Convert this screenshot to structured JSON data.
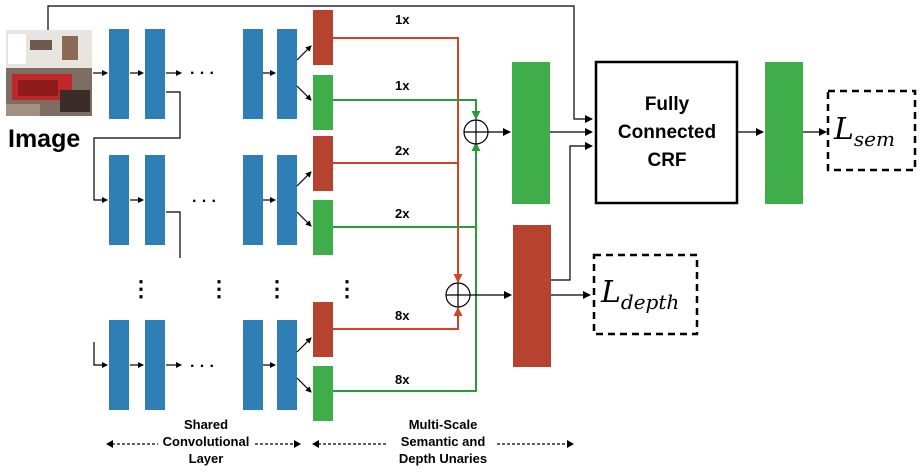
{
  "image_label": "Image",
  "scale_labels": {
    "sem_1": "1x",
    "dep_1": "1x",
    "sem_2": "2x",
    "dep_2": "2x",
    "sem_8": "8x",
    "dep_8": "8x"
  },
  "ellipsis": "· · ·",
  "vdots": "⋮",
  "plus": "⊕",
  "crf": {
    "line1": "Fully",
    "line2": "Connected",
    "line3": "CRF"
  },
  "loss_sem": {
    "main": "L",
    "sub": "sem"
  },
  "loss_depth": {
    "main": "L",
    "sub": "depth"
  },
  "caption_shared": {
    "line1": "Shared",
    "line2": "Convolutional",
    "line3": "Layer"
  },
  "caption_multiscale": {
    "line1": "Multi-Scale",
    "line2": "Semantic and",
    "line3": "Depth Unaries"
  },
  "colors": {
    "blue": "#2f7fb6",
    "green": "#3fae4a",
    "red": "#b5432f",
    "red_line": "#d2412a",
    "green_line": "#2a9a3a"
  }
}
